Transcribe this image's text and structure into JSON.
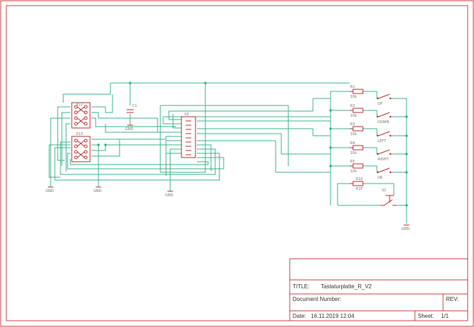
{
  "labels": {
    "x12": "X12",
    "x13": "X13",
    "x2": "X2",
    "c1": "C1",
    "r1": "R1",
    "r2": "R2",
    "r3": "R3",
    "r4": "R4",
    "r5": "R5",
    "r10": "R10",
    "s1": "S1",
    "res_val": "10k",
    "r10_val": "R1F",
    "gnd": "GND"
  },
  "switches": [
    "UP",
    "DOWN",
    "LEFT",
    "RIGHT",
    "OK"
  ],
  "title_block": {
    "title_label": "TITLE:",
    "title_value": "Tastaturplatte_R_V2",
    "docnum_label": "Document Number:",
    "rev_label": "REV:",
    "date_label": "Date:",
    "date_value": "16.11.2019 12:04",
    "sheet_label": "Sheet:",
    "sheet_value": "1/1"
  },
  "colors": {
    "frame": "#c83c3c",
    "wire": "#36b08a",
    "part": "#b52828",
    "label": "#707070"
  }
}
